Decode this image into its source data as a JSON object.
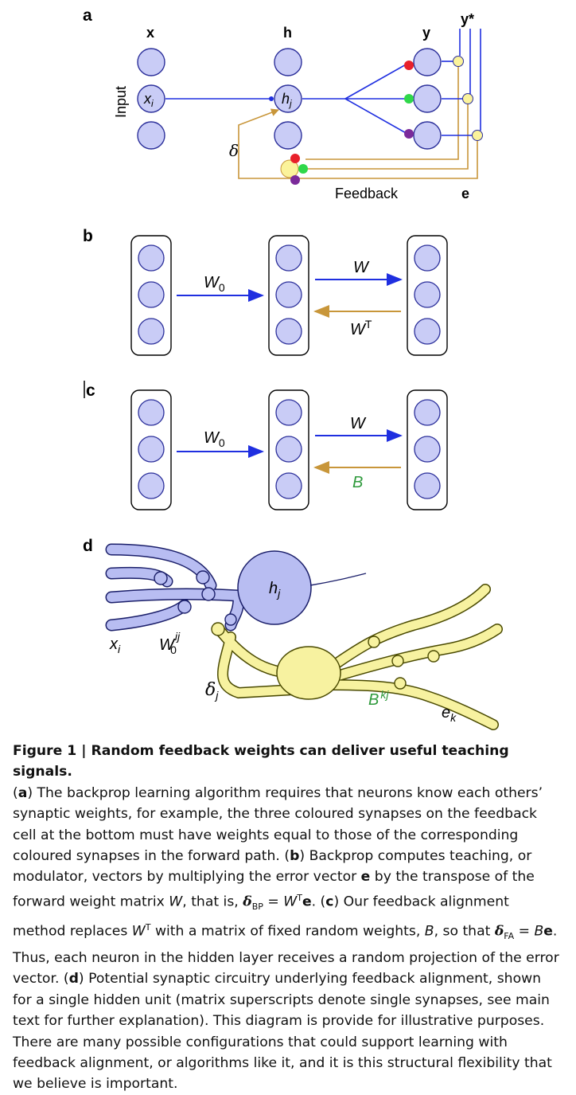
{
  "panels": {
    "a": {
      "label": "a",
      "col_x": "x",
      "col_h": "h",
      "col_y": "y",
      "col_ystar": "y*",
      "input_label": "Input",
      "node_xi": "x",
      "node_xi_sub": "i",
      "node_hj": "h",
      "node_hj_sub": "j",
      "delta": "δ",
      "feedback_label": "Feedback",
      "e_label": "e"
    },
    "b": {
      "label": "b",
      "w0": "W",
      "w0_sub": "0",
      "w": "W",
      "wt": "W",
      "wt_sup": "T"
    },
    "c": {
      "label": "c",
      "w0": "W",
      "w0_sub": "0",
      "w": "W",
      "b": "B"
    },
    "d": {
      "label": "d",
      "hj": "h",
      "hj_sub": "j",
      "xi": "x",
      "xi_sub": "i",
      "w0": "W",
      "w0_sub": "0",
      "w0_sup": "ij",
      "deltaj": "δ",
      "deltaj_sub": "j",
      "bkj": "B",
      "bkj_sup": "kj",
      "ek": "e",
      "ek_sub": "k"
    }
  },
  "colors": {
    "forward": "#1f2fe0",
    "feedback": "#c8963a",
    "node_fill": "#c9ccf6",
    "node_stroke": "#2b2f9a",
    "synapse_red": "#e8202a",
    "synapse_green": "#2fd84a",
    "synapse_purple": "#7b2a9a",
    "feedback_cell": "#fbf39b",
    "b_label": "#2f9a3c",
    "dendrite_blue": "#b8bdf2",
    "dendrite_yellow": "#f7f2a0"
  },
  "caption": {
    "fig_label": "Figure 1 | Random feedback weights can deliver useful teaching signals.",
    "s_a_tag": "a",
    "s_a": " The backprop learning algorithm requires that neurons know each others’ synaptic weights, for example, the three coloured synapses on the feedback cell at the bottom must have weights equal to those of the corresponding coloured synapses in the forward path. ",
    "s_b_tag": "b",
    "s_b1": " Backprop computes teaching, or modulator, vectors by multiplying the error vector ",
    "s_b_e": "e",
    "s_b2": " by the transpose of the forward weight matrix ",
    "s_b_w": "W",
    "s_b3": ", that is, ",
    "s_b_delta": "δ",
    "s_b_bp": "BP",
    "s_b4": " = ",
    "s_b_w2": "W",
    "s_b_t": "T",
    "s_b_e2": "e",
    "s_b5": ". ",
    "s_c_tag": "c",
    "s_c1": " Our feedback alignment method replaces ",
    "s_c_w": "W",
    "s_c_t": "T",
    "s_c2": " with a matrix of fixed random weights, ",
    "s_c_b": "B",
    "s_c3": ", so that ",
    "s_c_delta": "δ",
    "s_c_fa": "FA",
    "s_c4": " = ",
    "s_c_b2": "B",
    "s_c_e": "e",
    "s_c5": ". Thus, each neuron in the hidden layer receives a random projection of the error vector. ",
    "s_d_tag": "d",
    "s_d": " Potential synaptic circuitry underlying feedback alignment, shown for a single hidden unit (matrix superscripts denote single synapses, see main text for further explanation). This diagram is provide for illustrative purposes. There are many possible configurations that could support learning with feedback alignment, or algorithms like it, and it is this structural flexibility that we believe is important."
  }
}
